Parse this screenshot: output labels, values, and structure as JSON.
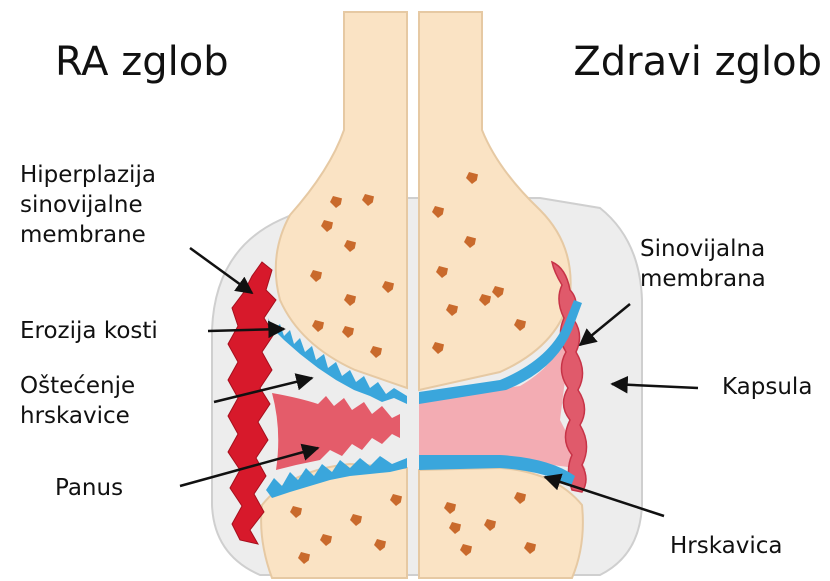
{
  "titles": {
    "left": "RA zglob",
    "right": "Zdravi zglob"
  },
  "labels": {
    "hiperplazija": [
      "Hiperplazija",
      "sinovijalne",
      "membrane"
    ],
    "erozija": "Erozija kosti",
    "ostecenje": [
      "Oštećenje",
      "hrskavice"
    ],
    "panus": "Panus",
    "sinovijalna": [
      "Sinovijalna",
      "membrana"
    ],
    "kapsula": "Kapsula",
    "hrskavica": "Hrskavica"
  },
  "colors": {
    "bone": "#fae3c4",
    "bone_outline": "#e6c9a3",
    "bone_spot": "#c96a2c",
    "cartilage": "#3aa6dc",
    "synovium_inflamed": "#d7192b",
    "synovial_fluid": "#f3a4ac",
    "capsule": "#ededed",
    "capsule_outline": "#cfcfcf",
    "arrow": "#111111"
  }
}
